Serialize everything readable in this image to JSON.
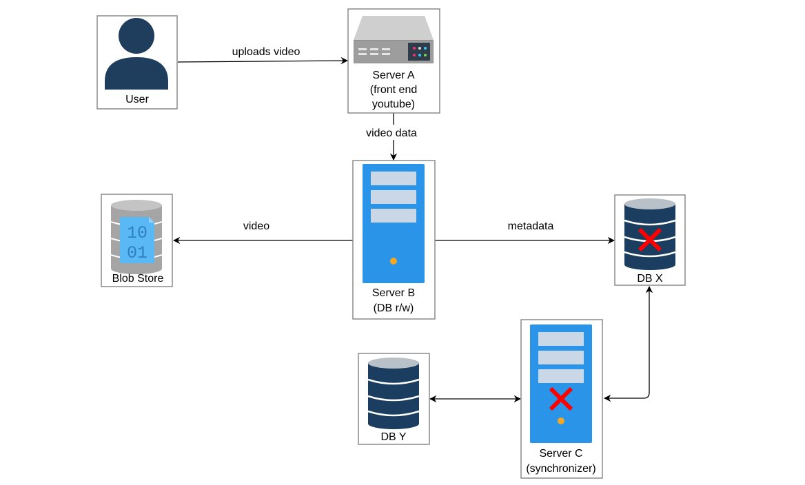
{
  "nodes": {
    "user": {
      "label": "User"
    },
    "server_a": {
      "label_lines": [
        "Server A",
        "(front end",
        "youtube)"
      ]
    },
    "server_b": {
      "label_lines": [
        "Server B",
        "(DB r/w)"
      ]
    },
    "blob_store": {
      "label": "Blob Store",
      "glyph_lines": [
        "10",
        "01"
      ]
    },
    "db_x": {
      "label": "DB X"
    },
    "db_y": {
      "label": "DB Y"
    },
    "server_c": {
      "label_lines": [
        "Server C",
        "(synchronizer)"
      ]
    }
  },
  "edges": {
    "user_to_server_a": {
      "label": "uploads video"
    },
    "server_a_to_server_b": {
      "label": "video data"
    },
    "server_b_to_blob": {
      "label": "video"
    },
    "server_b_to_db_x": {
      "label": "metadata"
    },
    "db_y_server_c": {
      "label": ""
    },
    "server_c_db_x": {
      "label": ""
    }
  },
  "colors": {
    "user_icon": "#1f3d5c",
    "server_blue": "#2a95e8",
    "server_slot": "#c9d7e6",
    "led": "#f5a623",
    "db_dark": "#1b3d5f",
    "failure_x": "#ff0000",
    "blob_gray": "#a5a5a5",
    "blob_doc": "#5ab8f4"
  }
}
